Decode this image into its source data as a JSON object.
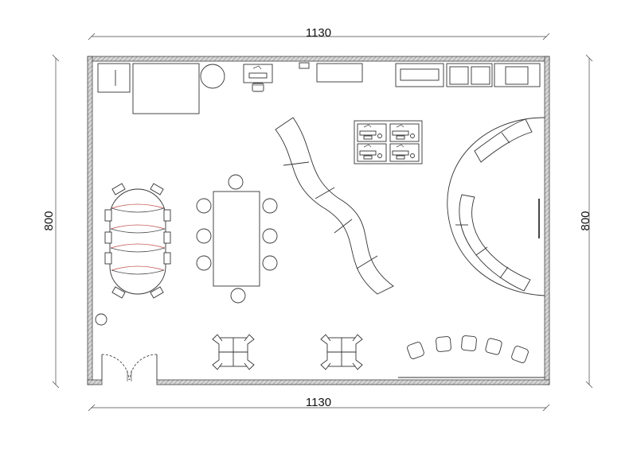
{
  "dimensions": {
    "top": "1130",
    "bottom": "1130",
    "left": "800",
    "right": "800"
  },
  "colors": {
    "wall_fill": "#b5b5b5",
    "line": "#333333",
    "accent_line": "#c0504d"
  }
}
